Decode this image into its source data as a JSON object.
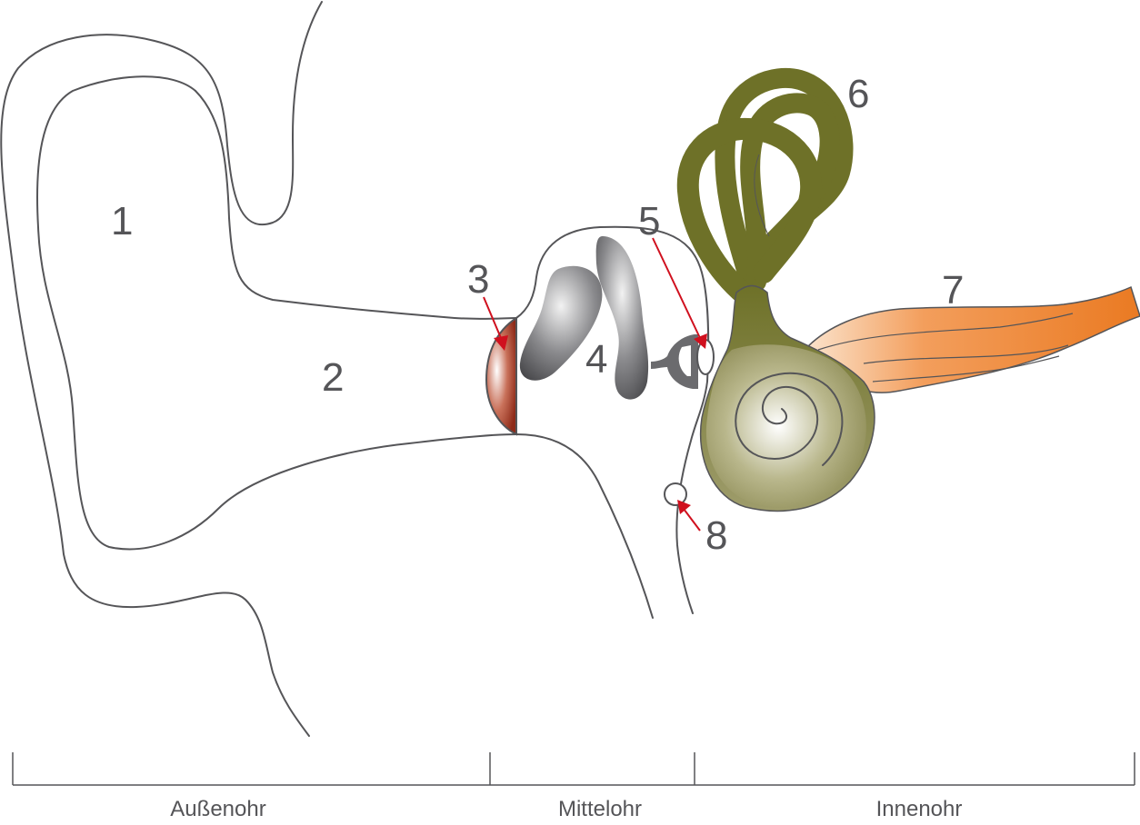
{
  "labels": {
    "l1": "1",
    "l2": "2",
    "l3": "3",
    "l4": "4",
    "l5": "5",
    "l6": "6",
    "l7": "7",
    "l8": "8"
  },
  "sections": {
    "outer": "Außenohr",
    "middle": "Mittelohr",
    "inner": "Innenohr"
  },
  "colors": {
    "outline": "#555558",
    "arrow": "#d0101e",
    "eardrum": "#a33a22",
    "ossicles": "#6b6b6e",
    "semicircular": "#6e7128",
    "cochlea": "#9c9a6a",
    "nerve": "#ee7d2a"
  }
}
